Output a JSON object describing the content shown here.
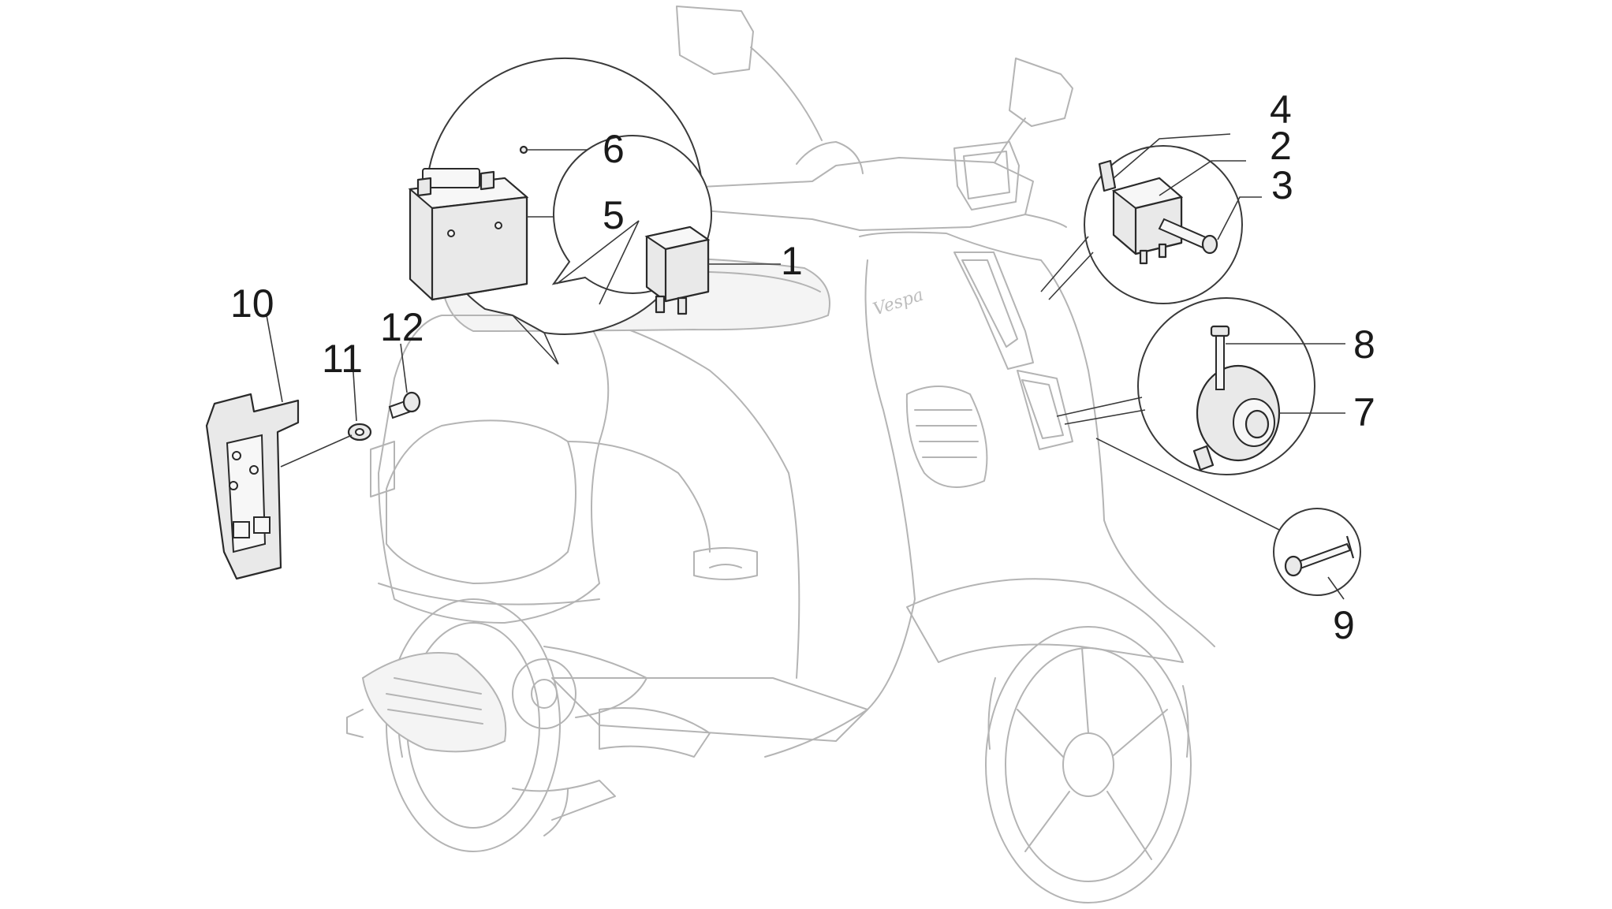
{
  "diagram": {
    "brand_mark": "Vespa",
    "callouts": [
      {
        "id": "1",
        "label": "1"
      },
      {
        "id": "2",
        "label": "2"
      },
      {
        "id": "3",
        "label": "3"
      },
      {
        "id": "4",
        "label": "4"
      },
      {
        "id": "5",
        "label": "5"
      },
      {
        "id": "6",
        "label": "6"
      },
      {
        "id": "7",
        "label": "7"
      },
      {
        "id": "8",
        "label": "8"
      },
      {
        "id": "9",
        "label": "9"
      },
      {
        "id": "10",
        "label": "10"
      },
      {
        "id": "11",
        "label": "11"
      },
      {
        "id": "12",
        "label": "12"
      }
    ]
  },
  "colors": {
    "background": "#ffffff",
    "scooter_outline": "#b4b4b4",
    "part_outline": "#2a2a2a"
  }
}
